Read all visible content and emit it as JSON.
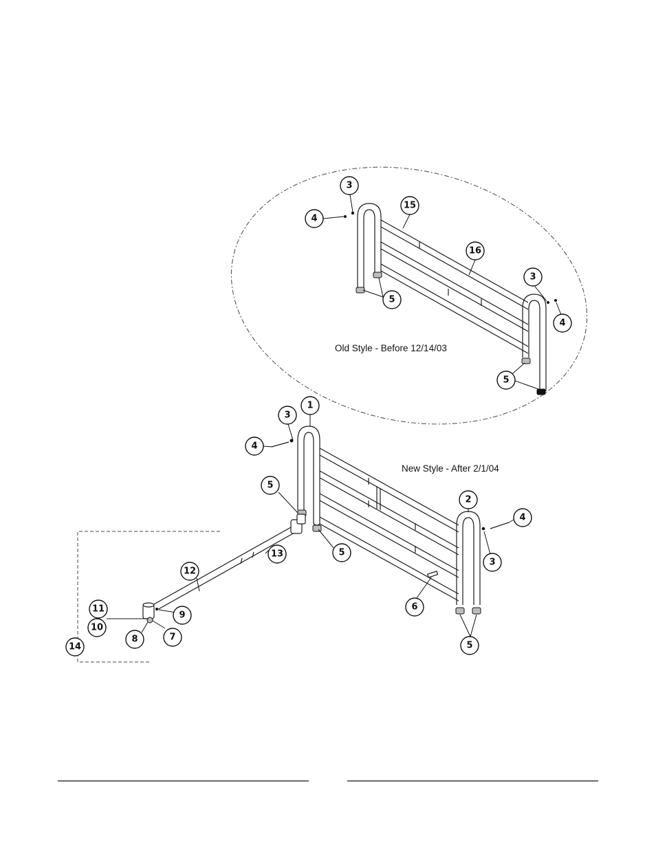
{
  "captions": {
    "old_style": "Old Style - Before 12/14/03",
    "new_style": "New Style - After 2/1/04"
  },
  "callouts": {
    "old": {
      "c3a": "3",
      "c4a": "4",
      "c15": "15",
      "c16": "16",
      "c5a": "5",
      "c3b": "3",
      "c4b": "4",
      "c5b": "5"
    },
    "new": {
      "c1": "1",
      "c3a": "3",
      "c4a": "4",
      "c5a": "5",
      "c5b": "5",
      "c2": "2",
      "c4b": "4",
      "c3b": "3",
      "c6": "6",
      "c5c": "5",
      "c12": "12",
      "c13": "13",
      "c11": "11",
      "c10": "10",
      "c9": "9",
      "c8": "8",
      "c7": "7",
      "c14": "14"
    }
  },
  "colors": {
    "line": "#111111",
    "background": "#ffffff"
  }
}
